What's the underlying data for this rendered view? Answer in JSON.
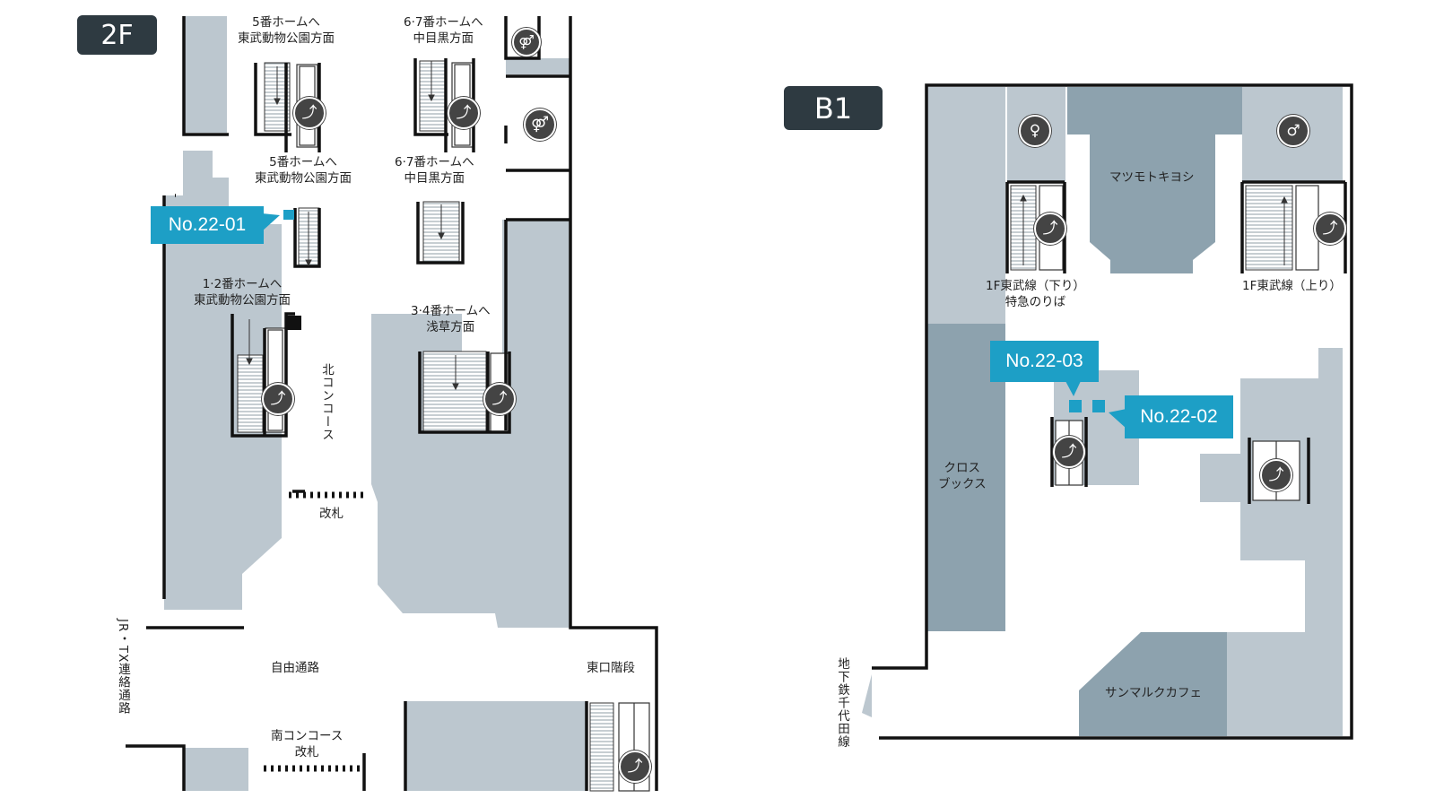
{
  "floors": {
    "f2": {
      "tag": "2F"
    },
    "b1": {
      "tag": "B1"
    }
  },
  "callouts": {
    "c01": "No.22-01",
    "c02": "No.22-02",
    "c03": "No.22-03"
  },
  "labels_2f": {
    "platform5_top": "5番ホームへ\n東武動物公園方面",
    "platform67_top": "6·7番ホームへ\n中目黒方面",
    "platform5_mid": "5番ホームへ\n東武動物公園方面",
    "platform67_mid": "6·7番ホームへ\n中目黒方面",
    "platform12": "1·2番ホームへ\n東武動物公園方面",
    "platform34": "3·4番ホームへ\n浅草方面",
    "north_concourse": "北コンコース",
    "ticket_gate": "改札",
    "jr_tx": "JR・TX連絡通路",
    "free_passage": "自由通路",
    "east_stairs": "東口階段",
    "south_gate": "南コンコース\n改札"
  },
  "labels_b1": {
    "matsumoto": "マツモトキヨシ",
    "tobu_down": "1F東武線（下り）\n特急のりば",
    "tobu_up": "1F東武線（上り）",
    "cross_books": "クロス\nブックス",
    "subway": "地下鉄千代田線",
    "saint_marc": "サンマルクカフェ"
  },
  "icons": {
    "escalator": "escalator-icon",
    "restroom": "restroom-icon",
    "womens_restroom": "womens-restroom-icon",
    "mens_restroom": "mens-restroom-icon"
  },
  "colors": {
    "tag_bg": "#2e3a41",
    "callout": "#1d9fc6",
    "area_light": "#bcc7cf",
    "area_dark": "#8da2ae",
    "wall": "#111111",
    "icon_bg": "#444444"
  }
}
